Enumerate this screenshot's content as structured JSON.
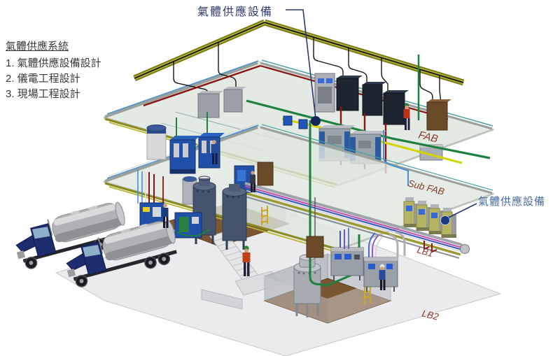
{
  "left_panel": {
    "title": "氣體供應系統",
    "items": [
      "1. 氣體供應設備設計",
      "2. 儀電工程設計",
      "3. 現場工程設計"
    ]
  },
  "callouts": {
    "top_label": "氣體供應設備",
    "right_label": "氣體供應設備"
  },
  "floors": {
    "fab": "FAB",
    "sub_fab": "Sub FAB",
    "lb1": "LB1",
    "lb2": "LB2"
  },
  "colors": {
    "callout_text": "#2b3a6e",
    "right_callout_text": "#4a6b9e",
    "floor_label": "#8b3a28",
    "roof_beam": "#7b7b14",
    "floor_slab": "#dfe7df",
    "ground": "#ebebed",
    "pit_floor": "#7a5632",
    "machine_blue": "#2050a8",
    "storage_tank": "#46536e",
    "truck_cab": "#1c2c6e",
    "truck_tank": "#b0b2b6",
    "gas_cabinet": "#b4b464",
    "dark_cabinet": "#1c2430",
    "brown_cabinet": "#6b4a2a",
    "pipe_red": "#8b1515",
    "pipe_green": "#1f8040",
    "pipe_yellow": "#d4d400",
    "pipe_blue": "#4a90d0",
    "pipe_magenta": "#c050b0"
  }
}
